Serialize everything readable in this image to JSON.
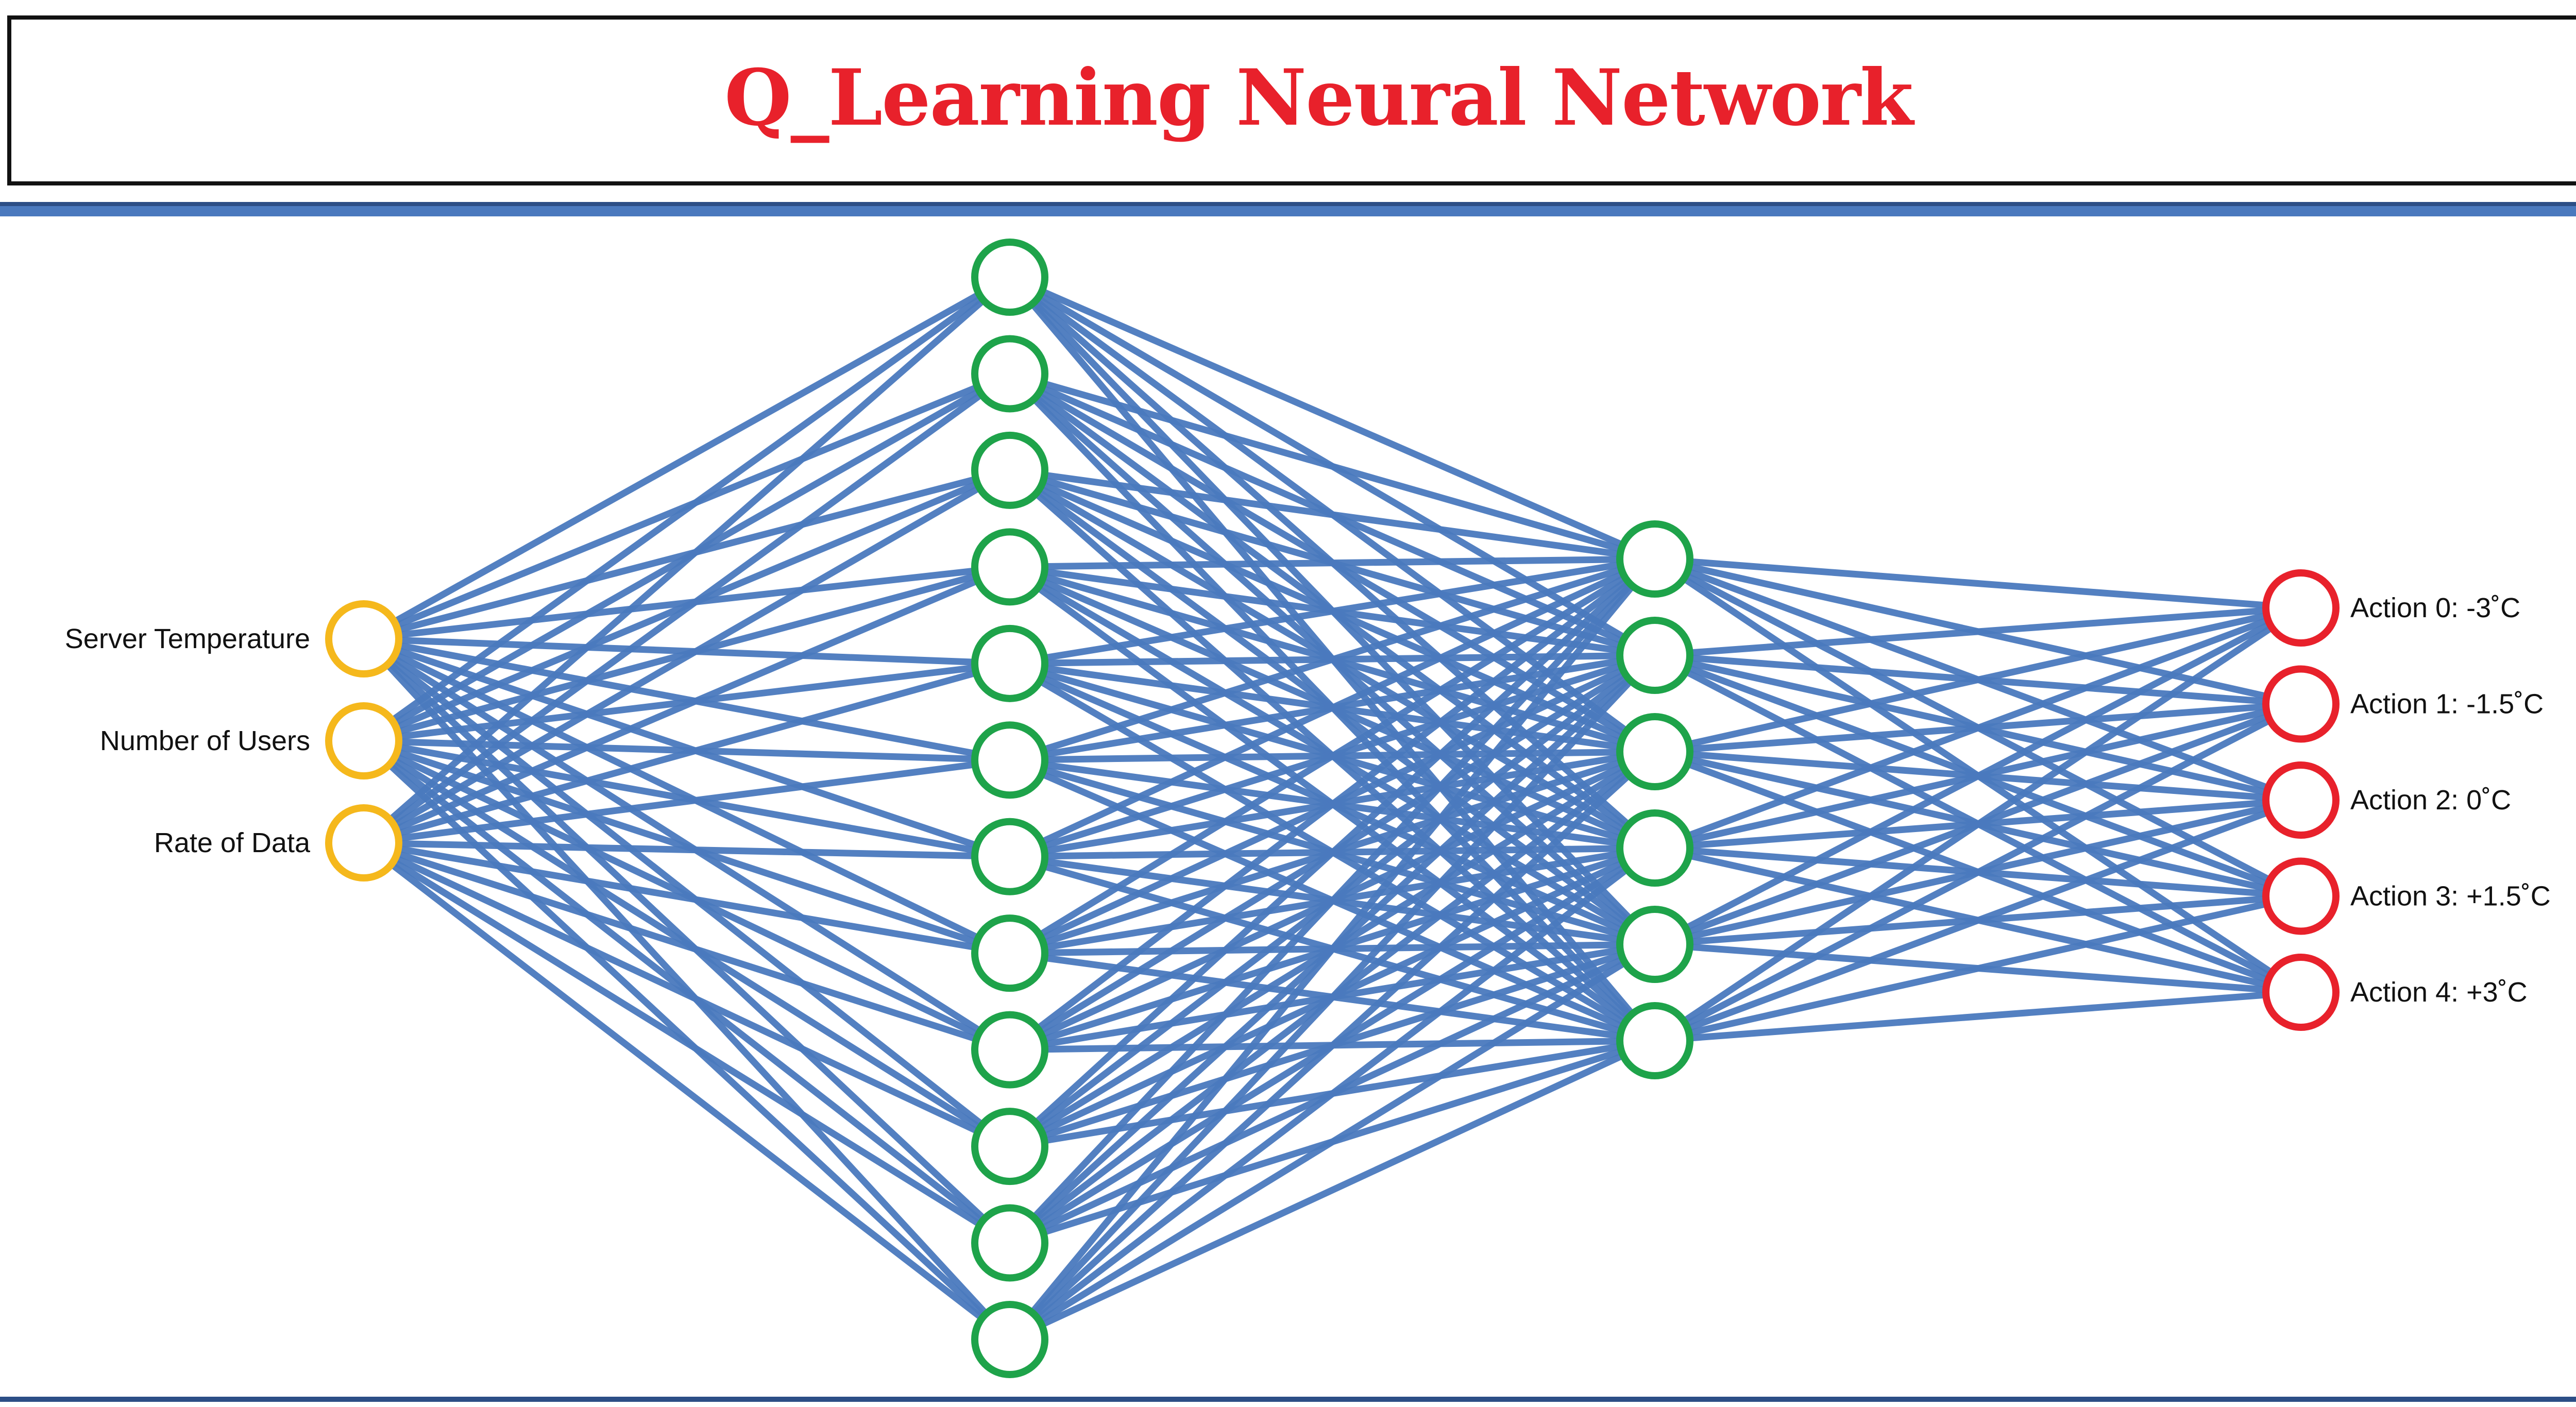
{
  "title": "Q_Learning Neural Network",
  "colors": {
    "title": "#e8212b",
    "edge": "#4a79be",
    "rule": "#4a79be",
    "input_node": "#f5b81c",
    "hidden_node": "#1ea34a",
    "output_node": "#e8212b"
  },
  "layers": {
    "input": {
      "count": 3,
      "labels": [
        "Server Temperature",
        "Number of Users",
        "Rate of Data"
      ]
    },
    "hidden1": {
      "count": 12
    },
    "hidden2": {
      "count": 6
    },
    "output": {
      "count": 5,
      "labels": [
        "Action 0: -3˚C",
        "Action 1: -1.5˚C",
        "Action 2: 0˚C",
        "Action 3: +1.5˚C",
        "Action 4: +3˚C"
      ]
    }
  }
}
